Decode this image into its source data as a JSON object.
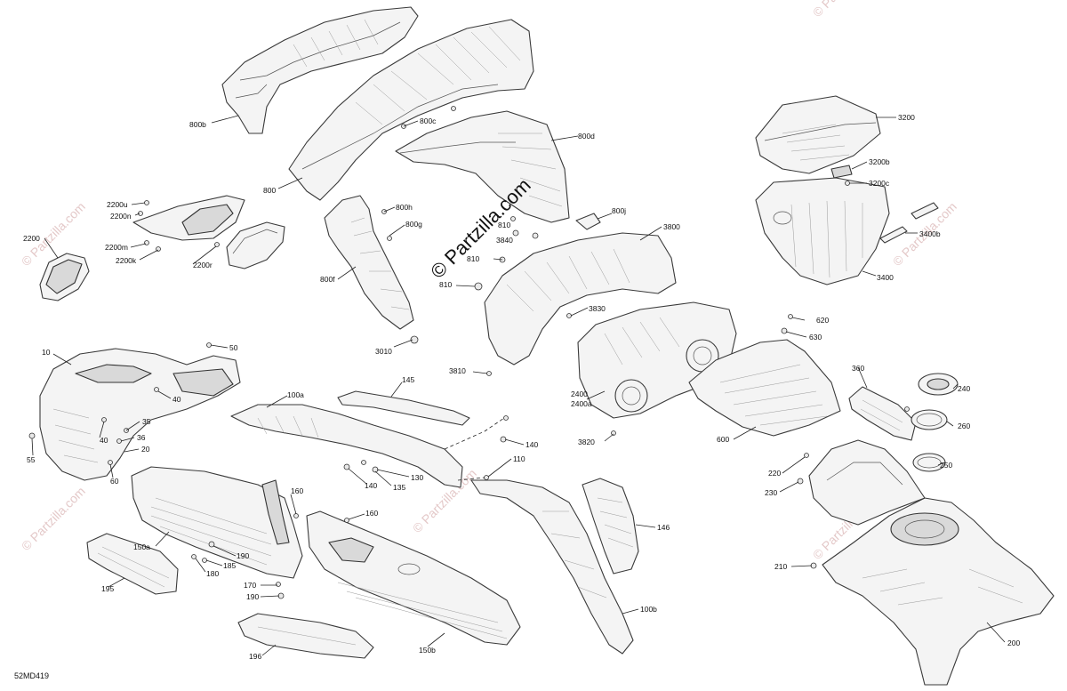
{
  "watermark": {
    "main": "© Partzilla.com",
    "faint": "© Partzilla.com"
  },
  "diagram_code": "52MD419",
  "callouts": [
    {
      "id": "800b",
      "text": "800b"
    },
    {
      "id": "800c",
      "text": "800c"
    },
    {
      "id": "800d",
      "text": "800d"
    },
    {
      "id": "800",
      "text": "800"
    },
    {
      "id": "800h",
      "text": "800h"
    },
    {
      "id": "800g",
      "text": "800g"
    },
    {
      "id": "800j",
      "text": "800j"
    },
    {
      "id": "800f",
      "text": "800f"
    },
    {
      "id": "810a",
      "text": "810"
    },
    {
      "id": "810b",
      "text": "810"
    },
    {
      "id": "810c",
      "text": "810"
    },
    {
      "id": "3840",
      "text": "3840"
    },
    {
      "id": "3800",
      "text": "3800"
    },
    {
      "id": "3830",
      "text": "3830"
    },
    {
      "id": "3810",
      "text": "3810"
    },
    {
      "id": "3820",
      "text": "3820"
    },
    {
      "id": "3010",
      "text": "3010"
    },
    {
      "id": "3200",
      "text": "3200"
    },
    {
      "id": "3200b",
      "text": "3200b"
    },
    {
      "id": "3200c",
      "text": "3200c"
    },
    {
      "id": "3400",
      "text": "3400"
    },
    {
      "id": "3400b",
      "text": "3400b"
    },
    {
      "id": "2200",
      "text": "2200"
    },
    {
      "id": "2200u",
      "text": "2200u"
    },
    {
      "id": "2200n",
      "text": "2200n"
    },
    {
      "id": "2200m",
      "text": "2200m"
    },
    {
      "id": "2200k",
      "text": "2200k"
    },
    {
      "id": "2200r",
      "text": "2200r"
    },
    {
      "id": "620",
      "text": "620"
    },
    {
      "id": "630",
      "text": "630"
    },
    {
      "id": "600",
      "text": "600"
    },
    {
      "id": "2400",
      "text": "2400"
    },
    {
      "id": "2400a",
      "text": "2400a"
    },
    {
      "id": "360",
      "text": "360"
    },
    {
      "id": "240",
      "text": "240"
    },
    {
      "id": "260",
      "text": "260"
    },
    {
      "id": "250",
      "text": "250"
    },
    {
      "id": "220",
      "text": "220"
    },
    {
      "id": "230",
      "text": "230"
    },
    {
      "id": "210",
      "text": "210"
    },
    {
      "id": "200",
      "text": "200"
    },
    {
      "id": "10",
      "text": "10"
    },
    {
      "id": "50",
      "text": "50"
    },
    {
      "id": "40a",
      "text": "40"
    },
    {
      "id": "40b",
      "text": "40"
    },
    {
      "id": "35",
      "text": "35"
    },
    {
      "id": "36",
      "text": "36"
    },
    {
      "id": "20",
      "text": "20"
    },
    {
      "id": "55",
      "text": "55"
    },
    {
      "id": "60",
      "text": "60"
    },
    {
      "id": "145",
      "text": "145"
    },
    {
      "id": "100a",
      "text": "100a"
    },
    {
      "id": "140a",
      "text": "140"
    },
    {
      "id": "140b",
      "text": "140"
    },
    {
      "id": "110",
      "text": "110"
    },
    {
      "id": "130",
      "text": "130"
    },
    {
      "id": "135",
      "text": "135"
    },
    {
      "id": "160a",
      "text": "160"
    },
    {
      "id": "160b",
      "text": "160"
    },
    {
      "id": "150a",
      "text": "150a"
    },
    {
      "id": "150b",
      "text": "150b"
    },
    {
      "id": "146",
      "text": "146"
    },
    {
      "id": "100b",
      "text": "100b"
    },
    {
      "id": "190a",
      "text": "190"
    },
    {
      "id": "190b",
      "text": "190"
    },
    {
      "id": "185",
      "text": "185"
    },
    {
      "id": "180",
      "text": "180"
    },
    {
      "id": "170",
      "text": "170"
    },
    {
      "id": "195",
      "text": "195"
    },
    {
      "id": "196",
      "text": "196"
    }
  ]
}
